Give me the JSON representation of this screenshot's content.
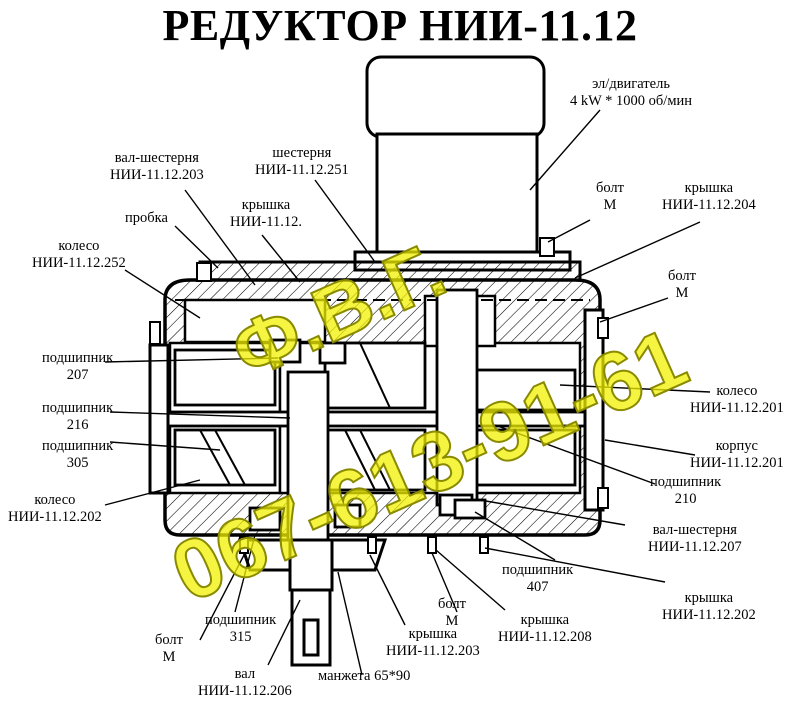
{
  "title": "РЕДУКТОР НИИ-11.12",
  "watermark": {
    "org": "Ф.В.Г.",
    "phone": "067-613-91-61",
    "color": "#f2f000",
    "stroke": "#8a8a00"
  },
  "labels": {
    "motor": {
      "line1": "эл/двигатель",
      "line2": "4 kW * 1000 об/мин"
    },
    "gear_251": {
      "line1": "шестерня",
      "line2": "НИИ-11.12.251"
    },
    "shaft_gear_203": {
      "line1": "вал-шестерня",
      "line2": "НИИ-11.12.203"
    },
    "bolt_top": {
      "line1": "болт",
      "line2": "М"
    },
    "cover_204": {
      "line1": "крышка",
      "line2": "НИИ-11.12.204"
    },
    "plug": {
      "line1": "пробка"
    },
    "cover_12": {
      "line1": "крышка",
      "line2": "НИИ-11.12."
    },
    "wheel_252": {
      "line1": "колесо",
      "line2": "НИИ-11.12.252"
    },
    "bolt_right": {
      "line1": "болт",
      "line2": "М"
    },
    "bearing_207": {
      "line1": "подшипник",
      "line2": "207"
    },
    "bearing_216": {
      "line1": "подшипник",
      "line2": "216"
    },
    "bearing_305": {
      "line1": "подшипник",
      "line2": "305"
    },
    "wheel_202": {
      "line1": "колесо",
      "line2": "НИИ-11.12.202"
    },
    "wheel_201": {
      "line1": "колесо",
      "line2": "НИИ-11.12.201"
    },
    "housing": {
      "line1": "корпус",
      "line2": "НИИ-11.12.201"
    },
    "bearing_210": {
      "line1": "подшипник",
      "line2": "210"
    },
    "shaft_gear_207": {
      "line1": "вал-шестерня",
      "line2": "НИИ-11.12.207"
    },
    "bearing_407": {
      "line1": "подшипник",
      "line2": "407"
    },
    "cover_202": {
      "line1": "крышка",
      "line2": "НИИ-11.12.202"
    },
    "cover_208": {
      "line1": "крышка",
      "line2": "НИИ-11.12.208"
    },
    "bolt_bottom_mid": {
      "line1": "болт",
      "line2": "М"
    },
    "cover_203": {
      "line1": "крышка",
      "line2": "НИИ-11.12.203"
    },
    "bearing_315": {
      "line1": "подшипник",
      "line2": "315"
    },
    "bolt_bottom_left": {
      "line1": "болт",
      "line2": "М"
    },
    "shaft_206": {
      "line1": "вал",
      "line2": "НИИ-11.12.206"
    },
    "seal": {
      "line1": "манжета",
      "line2": "65*90"
    }
  }
}
